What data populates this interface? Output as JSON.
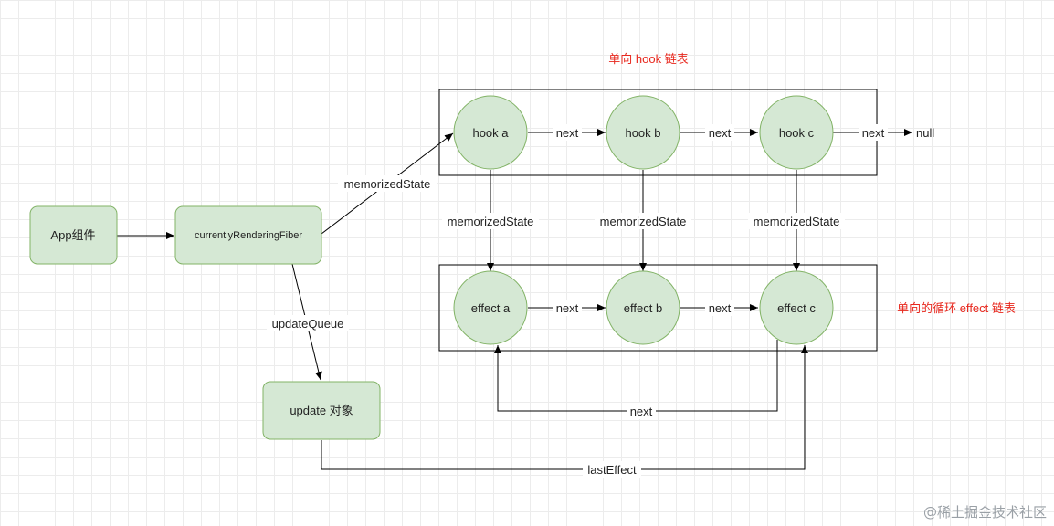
{
  "nodes": {
    "app": "App组件",
    "fiber": "currentlyRenderingFiber",
    "update": "update 对象",
    "hook_a": "hook a",
    "hook_b": "hook b",
    "hook_c": "hook c",
    "effect_a": "effect a",
    "effect_b": "effect b",
    "effect_c": "effect c",
    "null": "null"
  },
  "edges": {
    "fiber_to_hook": "memorizedState",
    "fiber_to_update": "updateQueue",
    "hook_a_next": "next",
    "hook_b_next": "next",
    "hook_c_next": "next",
    "hook_a_state": "memorizedState",
    "hook_b_state": "memorizedState",
    "hook_c_state": "memorizedState",
    "effect_a_next": "next",
    "effect_b_next": "next",
    "effect_c_next": "next",
    "last_effect": "lastEffect"
  },
  "annotations": {
    "hook_list": "单向 hook 链表",
    "effect_list": "单向的循环 effect 链表"
  },
  "watermark": "@稀土掘金技术社区",
  "colors": {
    "node_fill": "#d5e8d4",
    "node_stroke": "#82b366",
    "annotation": "#e8281e"
  }
}
